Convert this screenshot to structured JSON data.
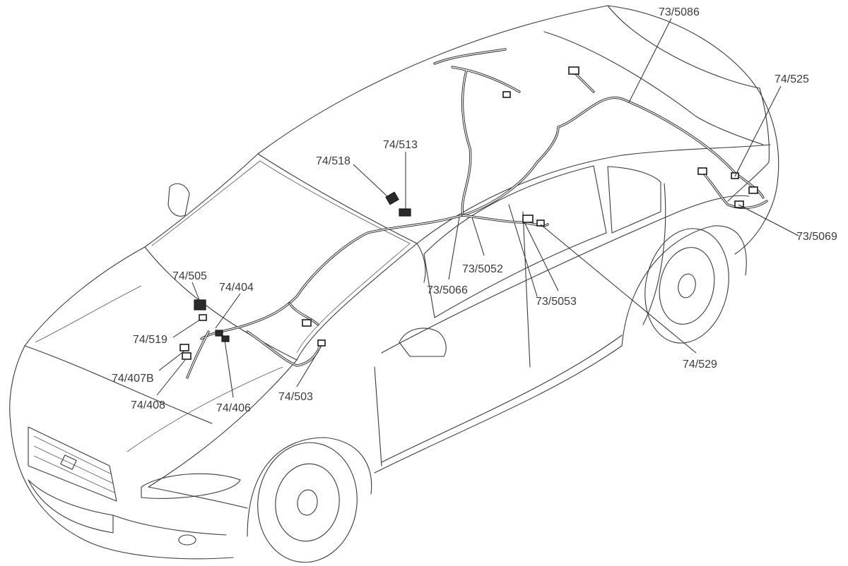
{
  "callouts": [
    {
      "id": "73-5086",
      "label": "73/5086"
    },
    {
      "id": "74-525",
      "label": "74/525"
    },
    {
      "id": "73-5069",
      "label": "73/5069"
    },
    {
      "id": "74-513",
      "label": "74/513"
    },
    {
      "id": "74-518",
      "label": "74/518"
    },
    {
      "id": "74-505",
      "label": "74/505"
    },
    {
      "id": "74-404",
      "label": "74/404"
    },
    {
      "id": "74-519",
      "label": "74/519"
    },
    {
      "id": "74-407b",
      "label": "74/407B"
    },
    {
      "id": "74-408",
      "label": "74/408"
    },
    {
      "id": "74-406",
      "label": "74/406"
    },
    {
      "id": "74-503",
      "label": "74/503"
    },
    {
      "id": "73-5052",
      "label": "73/5052"
    },
    {
      "id": "73-5066",
      "label": "73/5066"
    },
    {
      "id": "73-5053",
      "label": "73/5053"
    },
    {
      "id": "74-529",
      "label": "74/529"
    }
  ]
}
